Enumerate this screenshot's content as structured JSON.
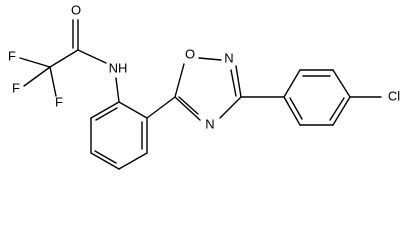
{
  "molecule": {
    "atoms": {
      "oxygen_carbonyl": "O",
      "nitrogen_amide": "NH",
      "fluorine_1": "F",
      "fluorine_2": "F",
      "fluorine_3": "F",
      "oxygen_ring": "O",
      "nitrogen_ring_top": "N",
      "nitrogen_ring_bottom": "N",
      "chlorine": "Cl"
    }
  }
}
